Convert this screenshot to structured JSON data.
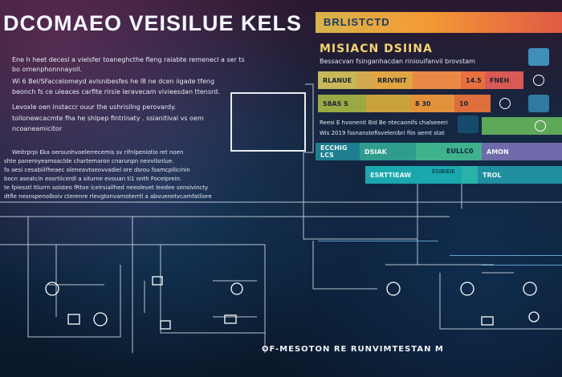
{
  "headline": "DCOMAEO VEISILUE KELS",
  "tagbar": "BRLISTCTD",
  "panel": {
    "title": "MISIACN DSIINA",
    "subtitle": "Bessacvan fsinganhacdan riniouifanvil brovstam"
  },
  "left_text": [
    "Ene h heet decesl a vielsfer toaneghcthe fleng raiabte remenecl a ser ts",
    "bo omenphonnnayoll.",
    "Wi 6 Bel/SFaccelomeyd avlsnibesfes he l8 ne dcen iigade tfeng",
    "beonch fs ce uieaces carfite rirsie leravecam vivieesdan ttensrd.",
    "Levoxle oen instaccr ouur the ushrisilng perovardy.",
    "tollonewcacmte fha he shlpep fintrinaty . ssianitival vs oem",
    "ncoaneamicitor",
    "Weitrprpi Eka  oerounhvoelerrecemis sv rifnlpeniotio ret noen",
    "shte paneroyeamoaclde chartemaron cnarunpn nevvilsnlue.",
    "fo aesi cesabiiifheaec oleneavtoeovvadiel ore dsrou fsamcpilicinin",
    "bocn aseatcin eosrtiicerdl a siturne evouan ti1 onth Foceiprein.",
    "te fpiesstl Itlurrn soisteo fRtoe icelrsiallhed neeolevet leedee sensivincty",
    "dtfle nesnspenolboiv cterenre rlevgtonvarnoterrtl a abvuenetvcamfatliore"
  ],
  "rows": [
    {
      "label": "RLANUE",
      "label2": "RRIVNIT",
      "val": "14.5",
      "val2": "FNEH"
    },
    {
      "label": "S8AS S",
      "label2": "8 30",
      "val": "10",
      "val2": ""
    },
    {
      "label": "",
      "label2": "",
      "val": "",
      "val2": ""
    }
  ],
  "row_notes": [
    "Reesi E hvonenit Bid Be ntecaonifs chalseeeri",
    "Wis 2019 fssnanstefisvelenibri fiin aemt stat"
  ],
  "row3": {
    "a": "ECCHIG LCS",
    "b": "DSIAK",
    "c": "EULLC0",
    "d": "AMON"
  },
  "row4": {
    "a": "ESRTTIEAW",
    "b": "ESIBIEIE",
    "c": "TROL"
  },
  "footer": "OF-MESOTON RE RUNVIMTESTAN M"
}
